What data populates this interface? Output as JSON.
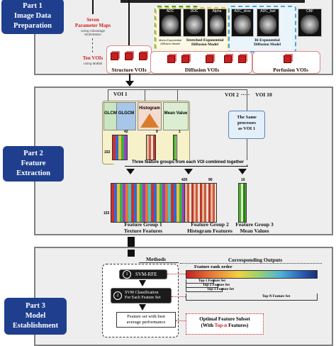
{
  "parts": [
    {
      "title_line1": "Part 1",
      "title_line2": "Image Data",
      "title_line3": "Preparation"
    },
    {
      "title_line1": "Part 2",
      "title_line2": "Feature",
      "title_line3": "Extraction"
    },
    {
      "title_line1": "Part 3",
      "title_line2": "Model",
      "title_line3": "Establishment"
    }
  ],
  "part1": {
    "seven_maps_line1": "Seven",
    "seven_maps_line2": "Parameter Maps",
    "seven_maps_sub1": "Using Advantage",
    "seven_maps_sub2": "Workstation",
    "ten_vois": "Ten VOIs",
    "ten_vois_sub": "Using Matlab",
    "maps": [
      "ADC",
      "DDC",
      "Alpha",
      "ADC_slow",
      "ADC_fast",
      "CBF"
    ],
    "model_mono": "Mono-Exponential Diffusion Model",
    "model_stretched_line1": "Stretched-Exponential",
    "model_stretched_line2": "Diffusion Model",
    "model_bi_line1": "Bi-Exponential",
    "model_bi_line2": "Diffusion Model",
    "voi_groups": [
      "Structure VOIs",
      "Diffusion VOIs",
      "Perfusion VOIs"
    ]
  },
  "part2": {
    "voi1": "VOI 1",
    "voi2": "VOI 2",
    "voi_dots": "·····",
    "voi10": "VOI 10",
    "tex_labels": [
      "GLCM",
      "GLGCM"
    ],
    "histogram": "Histogram",
    "mean_value": "Mean Value",
    "dims": {
      "tex_cols": "42",
      "rows": "153",
      "hist_cols": "9",
      "mean_cols": "1"
    },
    "same_line1": "The Same",
    "same_line2": "processes",
    "same_line3": "as VOI 1",
    "combined": "Three feature groups from each VOI combined together",
    "groups": [
      {
        "cols": "420",
        "rows": "153",
        "name_line1": "Feature Group 1",
        "name_line2": "Texture Features"
      },
      {
        "cols": "90",
        "rows": "153",
        "name_line1": "Feature Group 2",
        "name_line2": "Histogram Features"
      },
      {
        "cols": "10",
        "rows": "153",
        "name_line1": "Feature Group 3",
        "name_line2": "Mean Values"
      }
    ]
  },
  "part3": {
    "methods": "Methods",
    "outputs": "Corresponding Outputs",
    "step1": "SVM-RFE",
    "step1_num": "1",
    "step2_line1": "SVM Classification",
    "step2_line2": "For Each Feature Set",
    "step2_num": "2",
    "best_line1": "Feature set with best",
    "best_line2": "average performance",
    "rank_title": "Feature rank order",
    "top_sets": [
      "Top-1 Feature Set",
      "Top-2 Feature Set",
      "Top-3 Feature Set",
      "Top-N Feature Set"
    ],
    "optimal_line1": "Optimal Feature Subset",
    "optimal_line2a": "(With ",
    "optimal_line2b": "Top-n",
    "optimal_line2c": " Features)"
  },
  "colors": {
    "part_badge": "#1f3f8e",
    "panel_bg": "#eeeeee",
    "red_text": "#cc1f1f",
    "mono_box": "#3ea84a",
    "stretched_box": "#e4c934",
    "bi_box": "#4aa7d8",
    "optimal_text": "#cc1f1f"
  }
}
